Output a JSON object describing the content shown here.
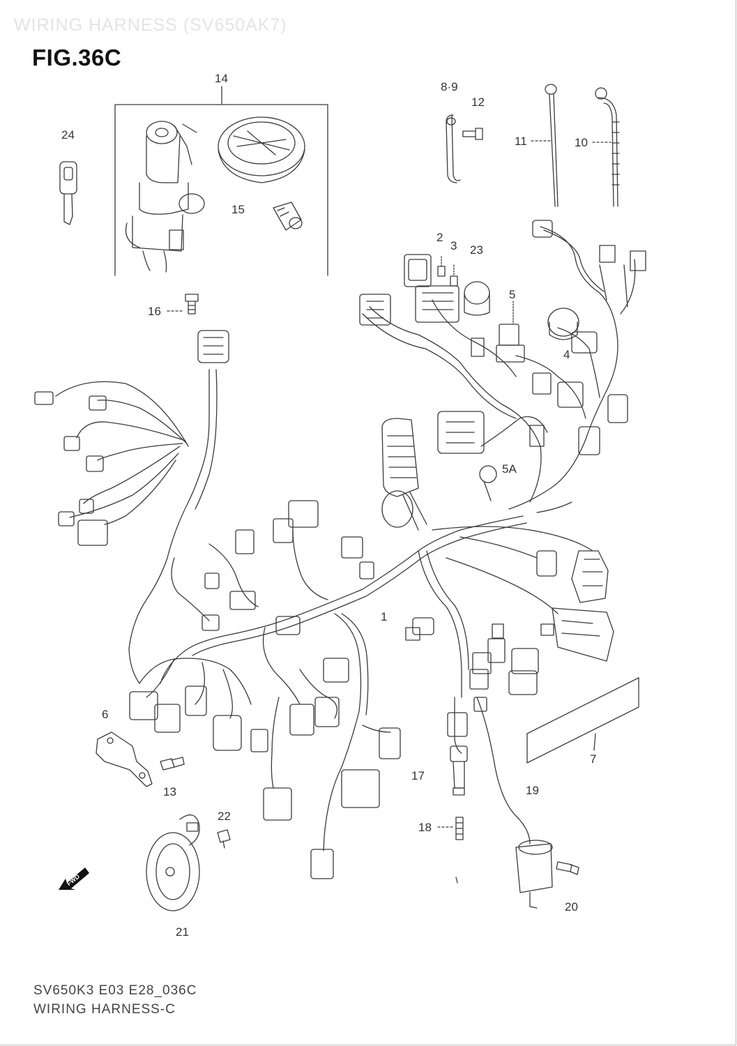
{
  "header": {
    "ghost_title": "WIRING HARNESS (SV650AK7)",
    "figure_id": "FIG.36C"
  },
  "footer": {
    "drawing_code": "SV650K3 E03 E28_036C",
    "caption": "WIRING HARNESS-C"
  },
  "fwd_marker": {
    "text": "FWD",
    "icon": "fwd-arrow-icon"
  },
  "callouts": {
    "p1": "1",
    "p2": "2",
    "p3": "3",
    "p4": "4",
    "p5": "5",
    "p5a": "5A",
    "p6": "6",
    "p7": "7",
    "p8_9": "8·9",
    "p10": "10",
    "p11": "11",
    "p12": "12",
    "p13": "13",
    "p14": "14",
    "p15": "15",
    "p16": "16",
    "p17": "17",
    "p18": "18",
    "p19": "19",
    "p20": "20",
    "p21": "21",
    "p22": "22",
    "p23": "23",
    "p24": "24"
  },
  "colors": {
    "line": "#3a3a3a",
    "background": "#ffffff"
  }
}
